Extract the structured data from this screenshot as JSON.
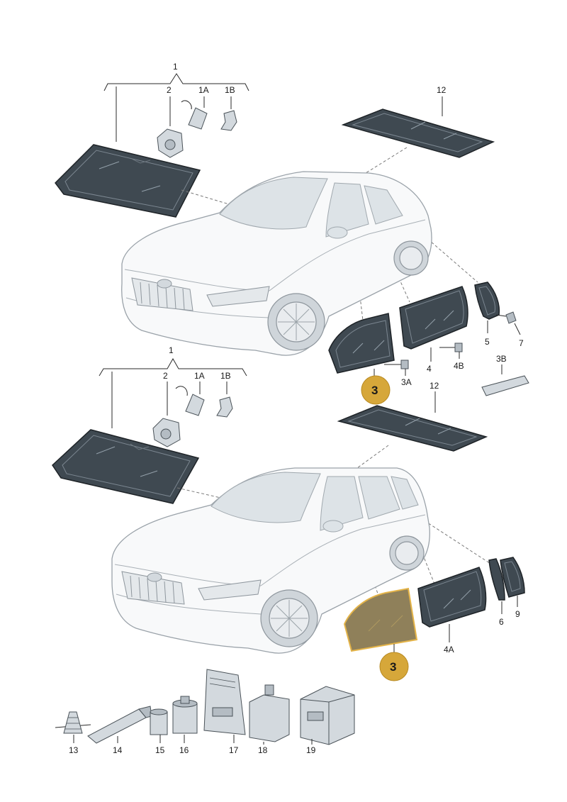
{
  "callouts": {
    "top": {
      "group_1": "1",
      "c2": "2",
      "c1A": "1A",
      "c1B": "1B",
      "c12": "12",
      "c3A": "3A",
      "c4": "4",
      "c4B": "4B",
      "c5": "5",
      "c7": "7",
      "c3B": "3B",
      "badge": "3"
    },
    "bottom": {
      "group_1": "1",
      "c2": "2",
      "c1A": "1A",
      "c1B": "1B",
      "c12": "12",
      "c6": "6",
      "c9": "9",
      "c4A": "4A",
      "badge": "3"
    },
    "accessories": {
      "c13": "13",
      "c14": "14",
      "c15": "15",
      "c16": "16",
      "c17": "17",
      "c18": "18",
      "c19": "19"
    }
  },
  "colors": {
    "glass": "#3f4951",
    "highlight": "#d6a73a",
    "car_body": "#f8f9fa",
    "outline": "#9aa2a9"
  }
}
